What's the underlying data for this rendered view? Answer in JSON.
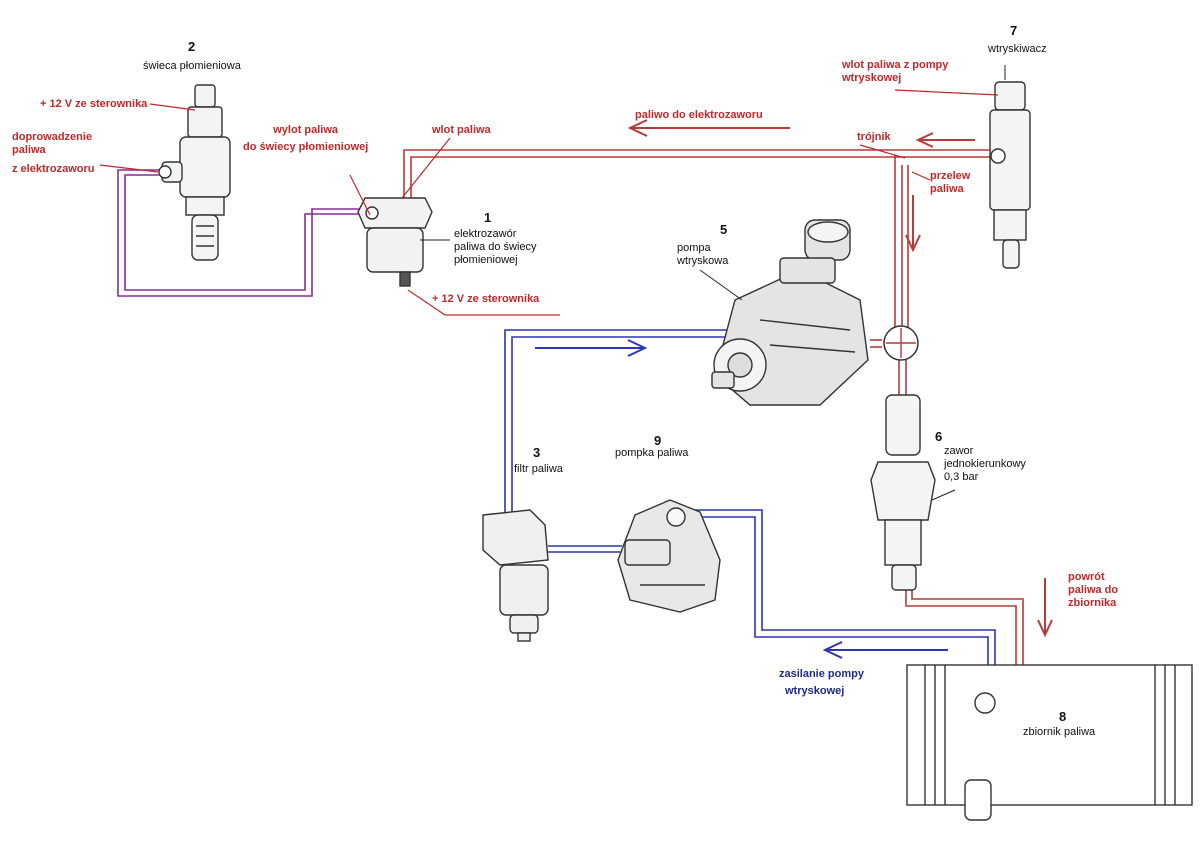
{
  "colors": {
    "fuel_line_red": "#b83a3a",
    "fuel_line_blue": "#2b36b0",
    "electric_line_purple": "#8a2a9a",
    "annotation_red": "#c0282a",
    "annotation_blue": "#1f2a8c"
  },
  "components": {
    "c1": {
      "number": "1",
      "name_lines": [
        "elektrozawór",
        "paliwa do świecy",
        "płomieniowej"
      ]
    },
    "c2": {
      "number": "2",
      "name": "świeca płomieniowa"
    },
    "c3": {
      "number": "3",
      "name": "filtr paliwa"
    },
    "c5": {
      "number": "5",
      "name_lines": [
        "pompa",
        "wtryskowa"
      ]
    },
    "c6": {
      "number": "6",
      "name_lines": [
        "zawor",
        "jednokierunkowy",
        "0,3 bar"
      ]
    },
    "c7": {
      "number": "7",
      "name": "wtryskiwacz"
    },
    "c8": {
      "number": "8",
      "name": "zbiornik paliwa"
    },
    "c9": {
      "number": "9",
      "name": "pompka paliwa"
    }
  },
  "annotations": {
    "plus12_top": "+ 12 V ze sterownika",
    "doprowadzenie": [
      "doprowadzenie",
      "paliwa",
      "z elektrozaworu"
    ],
    "wylot": [
      "wylot paliwa",
      "do świecy płomieniowej"
    ],
    "wlot": "wlot paliwa",
    "plus12_bottom": "+ 12 V ze sterownika",
    "paliwo_do_elektrozaworu": "paliwo do elektrozaworu",
    "wlot_z_pompy": [
      "wlot paliwa z pompy",
      "wtryskowej"
    ],
    "trojnik": "trójnik",
    "przelew": [
      "przelew",
      "paliwa"
    ],
    "powrot": [
      "powrót",
      "paliwa do",
      "zbiornika"
    ],
    "zasilanie": [
      "zasilanie pompy",
      "wtryskowej"
    ]
  }
}
